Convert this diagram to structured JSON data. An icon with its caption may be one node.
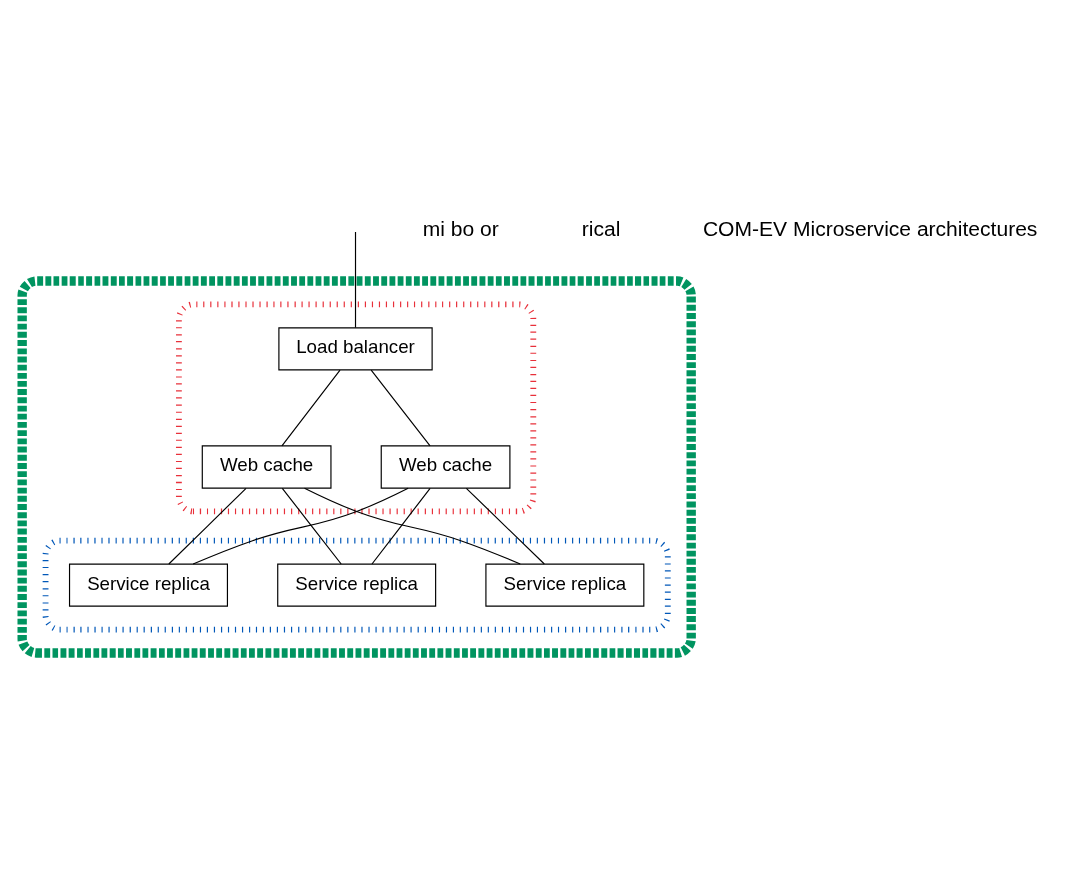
{
  "diagram": {
    "nodes": [
      {
        "text": [],
        "shape": "box"
      },
      {
        "text": [],
        "shape": "box",
        "in": 0
      },
      {
        "text": [],
        "shape": "box",
        "in": 0
      },
      {
        "text": [
          "Load balancer"
        ],
        "in": 1
      },
      {
        "text": [
          "Web cache"
        ],
        "in": 1
      },
      {
        "text": [
          "Web cache"
        ],
        "in": 1
      },
      {
        "text": [
          "Service replica"
        ],
        "in": 2
      },
      {
        "text": [
          "Service replica"
        ],
        "in": 2
      },
      {
        "text": [
          "Service replica"
        ],
        "in": 2
      }
    ],
    "edges": [
      {
        "from": null,
        "to": 3,
        "arrow": "none"
      },
      {
        "from": 3,
        "to": 4,
        "arrow": "none"
      },
      {
        "from": 3,
        "to": 5,
        "arrow": "none"
      },
      {
        "from": 4,
        "to": 6,
        "arrow": "none"
      },
      {
        "from": 4,
        "to": 7,
        "arrow": "none"
      },
      {
        "from": 4,
        "to": 8,
        "arrow": "none"
      },
      {
        "from": 5,
        "to": 6,
        "arrow": "none"
      },
      {
        "from": 5,
        "to": 7,
        "arrow": "none"
      },
      {
        "from": 5,
        "to": 8,
        "arrow": "none"
      }
    ],
    "labels": [
      "mi bo or",
      "rical",
      "COM-EV Microservice architectures"
    ]
  }
}
